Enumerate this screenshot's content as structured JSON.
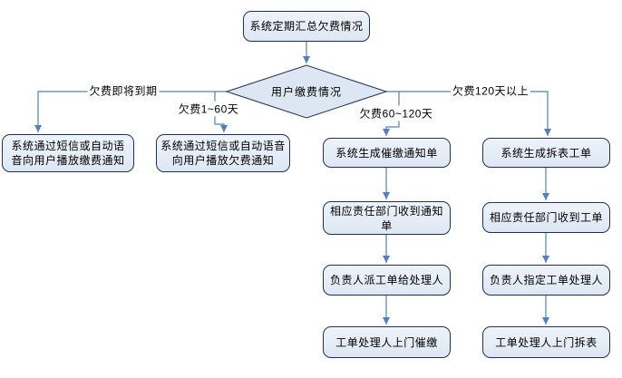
{
  "flowchart": {
    "start": "系统定期汇总欠费情况",
    "decision": "用户缴费情况",
    "branches": {
      "due_soon": "欠费即将到期",
      "days_1_60": "欠费1~60天",
      "days_60_120": "欠费60~120天",
      "days_120_plus": "欠费120天以上"
    },
    "nodes": {
      "sms_payment_notice": "系统通过短信或自动语音向用户播放缴费通知",
      "sms_arrears_notice": "系统通过短信或自动语音向用户播放欠费通知",
      "gen_collection_notice": "系统生成催缴通知单",
      "dept_receive_notice": "相应责任部门收到通知单",
      "assign_workorder": "负责人派工单给处理人",
      "door_collection": "工单处理人上门催缴",
      "gen_removal_order": "系统生成拆表工单",
      "dept_receive_order": "相应责任部门收到工单",
      "designate_handler": "负责人指定工单处理人",
      "door_removal": "工单处理人上门拆表"
    }
  },
  "colors": {
    "node_fill": "#dde7f3",
    "node_fill_light": "#eef3fa",
    "node_border": "#1f3050",
    "connector": "#4f81bd",
    "text": "#000000"
  }
}
